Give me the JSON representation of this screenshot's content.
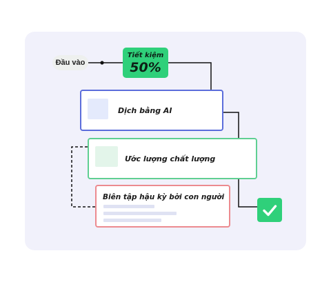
{
  "input_label": "Đầu vào",
  "savings": {
    "label": "Tiết kiệm",
    "value": "50%"
  },
  "steps": [
    {
      "label": "Dịch bằng AI"
    },
    {
      "label": "Ước lượng chất lượng"
    },
    {
      "label": "Biên tập hậu kỳ bởi con người"
    }
  ],
  "colors": {
    "panel_bg": "#f1f1fb",
    "accent_green": "#2fd07a",
    "step1_border": "#5b6ddb",
    "step2_border": "#5fcf92",
    "step3_border": "#ec8a8f"
  },
  "icons": {
    "done": "checkmark-icon"
  }
}
